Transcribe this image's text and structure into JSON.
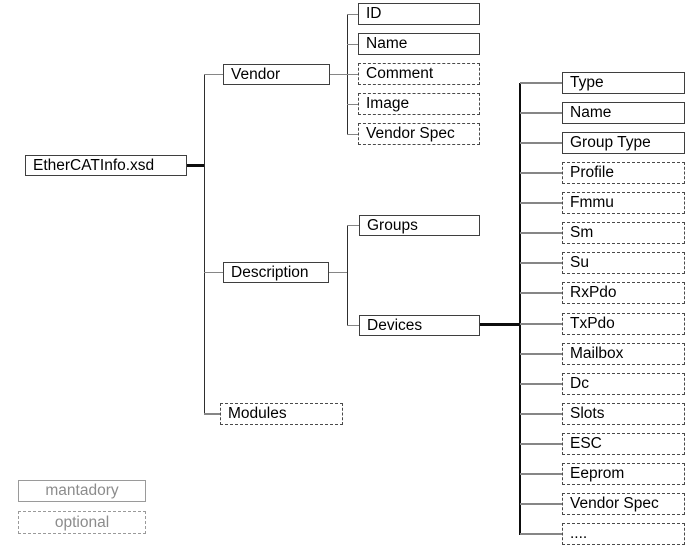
{
  "tree": {
    "root": {
      "label": "EtherCATInfo.xsd",
      "style": "mandatory",
      "children": [
        {
          "label": "Vendor",
          "style": "mandatory",
          "children": [
            {
              "label": "ID",
              "style": "mandatory"
            },
            {
              "label": "Name",
              "style": "mandatory"
            },
            {
              "label": "Comment",
              "style": "optional"
            },
            {
              "label": "Image",
              "style": "optional"
            },
            {
              "label": "Vendor Spec",
              "style": "optional"
            }
          ]
        },
        {
          "label": "Description",
          "style": "mandatory",
          "children": [
            {
              "label": "Groups",
              "style": "mandatory"
            },
            {
              "label": "Devices",
              "style": "mandatory",
              "children": [
                {
                  "label": "Type",
                  "style": "mandatory"
                },
                {
                  "label": "Name",
                  "style": "mandatory"
                },
                {
                  "label": "Group Type",
                  "style": "mandatory"
                },
                {
                  "label": "Profile",
                  "style": "optional"
                },
                {
                  "label": "Fmmu",
                  "style": "optional"
                },
                {
                  "label": "Sm",
                  "style": "optional"
                },
                {
                  "label": "Su",
                  "style": "optional"
                },
                {
                  "label": "RxPdo",
                  "style": "optional"
                },
                {
                  "label": "TxPdo",
                  "style": "optional"
                },
                {
                  "label": "Mailbox",
                  "style": "optional"
                },
                {
                  "label": "Dc",
                  "style": "optional"
                },
                {
                  "label": "Slots",
                  "style": "optional"
                },
                {
                  "label": "ESC",
                  "style": "optional"
                },
                {
                  "label": "Eeprom",
                  "style": "optional"
                },
                {
                  "label": "Vendor Spec",
                  "style": "optional"
                },
                {
                  "label": "....",
                  "style": "optional"
                }
              ]
            }
          ]
        },
        {
          "label": "Modules",
          "style": "optional"
        }
      ]
    }
  },
  "legend": {
    "items": [
      {
        "label": "mantadory",
        "style": "mandatory"
      },
      {
        "label": "optional",
        "style": "optional"
      }
    ]
  },
  "palette": {
    "background": "#ffffff",
    "mandatory_border": "#3f3f3f",
    "optional_border": "#4a4a4a",
    "connector_gray": "#868686",
    "trunk_dark": "#2e2e2e",
    "thick_black": "#0d0d0d",
    "legend_gray": "#8c8c8c",
    "text": "#000000"
  }
}
